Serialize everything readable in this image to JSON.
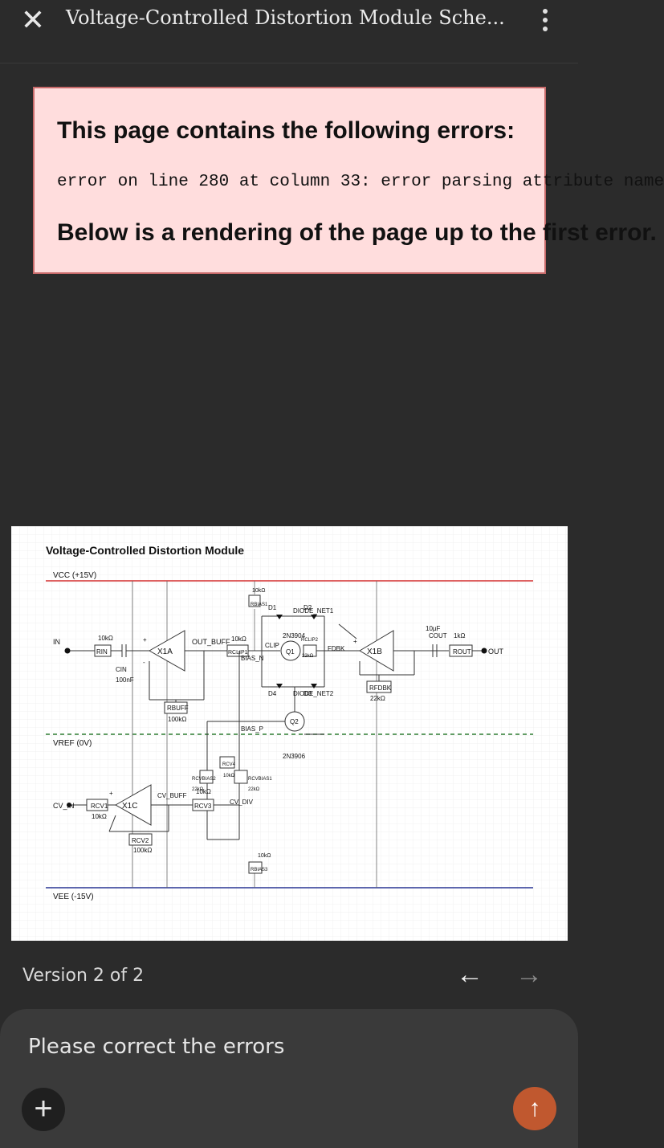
{
  "header": {
    "title": "Voltage-Controlled Distortion Module Sche...",
    "close_icon": "close-icon",
    "menu_icon": "more-vertical-icon"
  },
  "error": {
    "heading": "This page contains the following errors:",
    "message": "error on line 280 at column 33: error parsing attribute name",
    "subheading": "Below is a rendering of the page up to the first error."
  },
  "schematic": {
    "title": "Voltage-Controlled Distortion Module",
    "rails": {
      "vcc": "VCC (+15V)",
      "vref": "VREF (0V)",
      "vee": "VEE (-15V)",
      "vcc_color": "#d32f2f",
      "vref_color": "#2e7d32",
      "vee_color": "#283593"
    },
    "labels": {
      "in": "IN",
      "out": "OUT",
      "cv_in": "CV_IN",
      "rin": "RIN",
      "rin_val": "10kΩ",
      "cin": "CIN",
      "cin_val": "100nF",
      "x1a": "X1A",
      "out_buff": "OUT_BUFF",
      "rclip1": "RCLIP1",
      "rclip1_val": "10kΩ",
      "rbuff": "RBUFF",
      "rbuff_val": "100kΩ",
      "rbias1": "RBIAS1",
      "rbias1_val": "10kΩ",
      "d1": "D1",
      "d2": "D2",
      "d3": "D3",
      "d4": "D4",
      "diode_net1": "DIODE_NET1",
      "diode_net2": "DIODE_NET2",
      "q1_type": "2N3904",
      "q1": "Q1",
      "clip": "CLIP",
      "bias_n": "BIAS_N",
      "rclip2": "RCLIP2",
      "rclip2_val": "22kΩ",
      "fdbk": "FDBK",
      "x1b": "X1B",
      "rfdbk": "RFDBK",
      "rfdbk_val": "22kΩ",
      "cout": "COUT",
      "cout_val": "10µF",
      "rout": "ROUT",
      "rout_val": "1kΩ",
      "q2": "Q2",
      "q2_type": "2N3906",
      "bias_p": "BIAS_P",
      "rcv4": "RCV4",
      "rcv4_val": "10kΩ",
      "rcvbias2": "RCVBIAS2",
      "rcvbias2_val": "22kΩ",
      "rcvbias1": "RCVBIAS1",
      "rcvbias1_val": "22kΩ",
      "rcv3": "RCV3",
      "rcv3_val": "10kΩ",
      "cv_div": "CV_DIV",
      "cv_buff": "CV_BUFF",
      "rcv1": "RCV1",
      "rcv1_val": "10kΩ",
      "x1c": "X1C",
      "rcv2": "RCV2",
      "rcv2_val": "100kΩ",
      "rbias3": "RBIAS3",
      "rbias3_val": "10kΩ",
      "plus": "+",
      "minus": "-"
    }
  },
  "version": {
    "label": "Version 2 of 2",
    "prev_icon": "arrow-left-icon",
    "next_icon": "arrow-right-icon"
  },
  "composer": {
    "placeholder": "Please correct the errors",
    "add_icon": "plus-icon",
    "send_icon": "arrow-up-icon"
  }
}
